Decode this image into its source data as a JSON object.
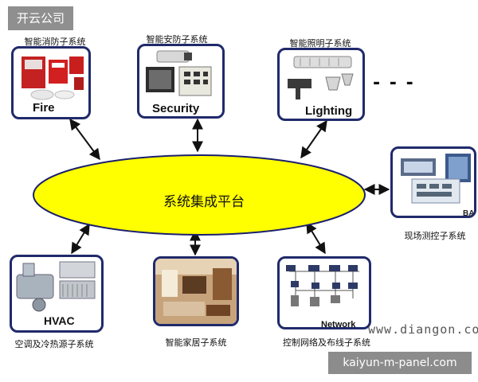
{
  "badge": {
    "text": "开云公司"
  },
  "center": {
    "label": "系统集成平台",
    "fill": "#ffff00",
    "stroke": "#1a1f6e"
  },
  "top_boxes": [
    {
      "caption": "智能消防子系统",
      "label": "Fire"
    },
    {
      "caption": "智能安防子系统",
      "label": "Security"
    },
    {
      "caption": "智能照明子系统",
      "label": "Lighting"
    }
  ],
  "right_box": {
    "caption": "现场测控子系统",
    "tag": "BA"
  },
  "bottom_boxes": [
    {
      "caption": "空调及冷热源子系统",
      "label": "HVAC"
    },
    {
      "caption": "智能家居子系统",
      "label": ""
    },
    {
      "caption": "控制网络及布线子系统",
      "label": "Network"
    }
  ],
  "more": "- - -",
  "watermark": "www.diangon.com",
  "footer_url": "kaiyun-m-panel.com",
  "colors": {
    "box_border": "#202a6b",
    "arrow": "#111111",
    "ellipse": "#ffff00"
  },
  "icons": [
    "fire-alarm-icon",
    "security-camera-icon",
    "lighting-fixture-icon",
    "ba-screens-icon",
    "hvac-chiller-icon",
    "home-interior-icon",
    "network-diagram-icon"
  ]
}
